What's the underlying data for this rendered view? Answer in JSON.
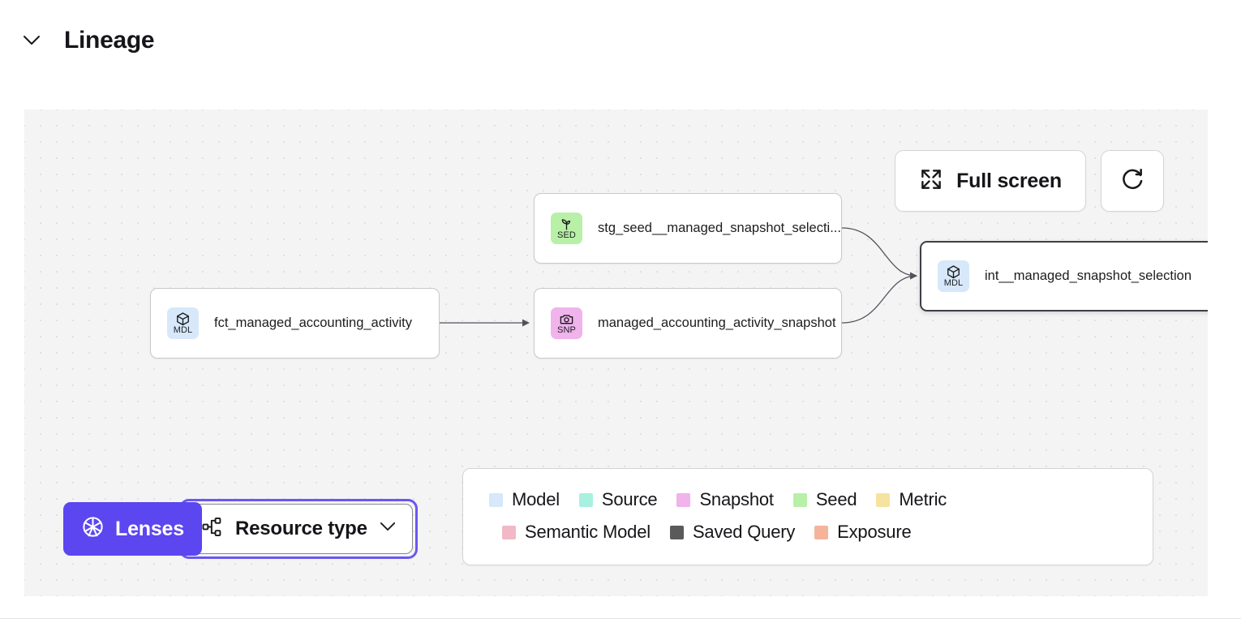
{
  "section": {
    "title": "Lineage",
    "collapse_icon": "chevron-down-icon"
  },
  "canvas": {
    "background_color": "#f4f4f5",
    "dot_color": "#e0e0e2",
    "controls": {
      "fullscreen_label": "Full screen",
      "fullscreen_icon": "expand-arrows-icon",
      "refresh_icon": "refresh-icon"
    },
    "nodes": [
      {
        "id": "fct_managed_accounting_activity",
        "label": "fct_managed_accounting_activity",
        "abbr": "MDL",
        "type": "Model",
        "icon": "cube-icon",
        "badge_color": "#d6e8fa",
        "selected": false
      },
      {
        "id": "stg_seed__managed_snapshot_selection",
        "label": "stg_seed__managed_snapshot_selecti...",
        "abbr": "SED",
        "type": "Seed",
        "icon": "sprout-icon",
        "badge_color": "#b8f0a8",
        "selected": false
      },
      {
        "id": "managed_accounting_activity_snapshot",
        "label": "managed_accounting_activity_snapshot",
        "abbr": "SNP",
        "type": "Snapshot",
        "icon": "camera-icon",
        "badge_color": "#f0b3ec",
        "selected": false
      },
      {
        "id": "int__managed_snapshot_selection",
        "label": "int__managed_snapshot_selection",
        "abbr": "MDL",
        "type": "Model",
        "icon": "cube-icon",
        "badge_color": "#d6e8fa",
        "selected": true
      }
    ]
  },
  "toolbar": {
    "lenses_label": "Lenses",
    "lenses_icon": "aperture-icon",
    "lenses_color": "#5b46f0",
    "resource_type_label": "Resource type",
    "resource_type_icon": "hierarchy-icon",
    "resource_type_chevron": "chevron-down-icon"
  },
  "legend": {
    "row1": [
      {
        "label": "Model",
        "color": "#d6e8fa"
      },
      {
        "label": "Source",
        "color": "#a8f0df"
      },
      {
        "label": "Snapshot",
        "color": "#f0b3ec"
      },
      {
        "label": "Seed",
        "color": "#b8f0a8"
      },
      {
        "label": "Metric",
        "color": "#f7e3a0"
      }
    ],
    "row2": [
      {
        "label": "Semantic Model",
        "color": "#f2b8c6"
      },
      {
        "label": "Saved Query",
        "color": "#5a5a5a"
      },
      {
        "label": "Exposure",
        "color": "#f5b49a"
      }
    ]
  }
}
